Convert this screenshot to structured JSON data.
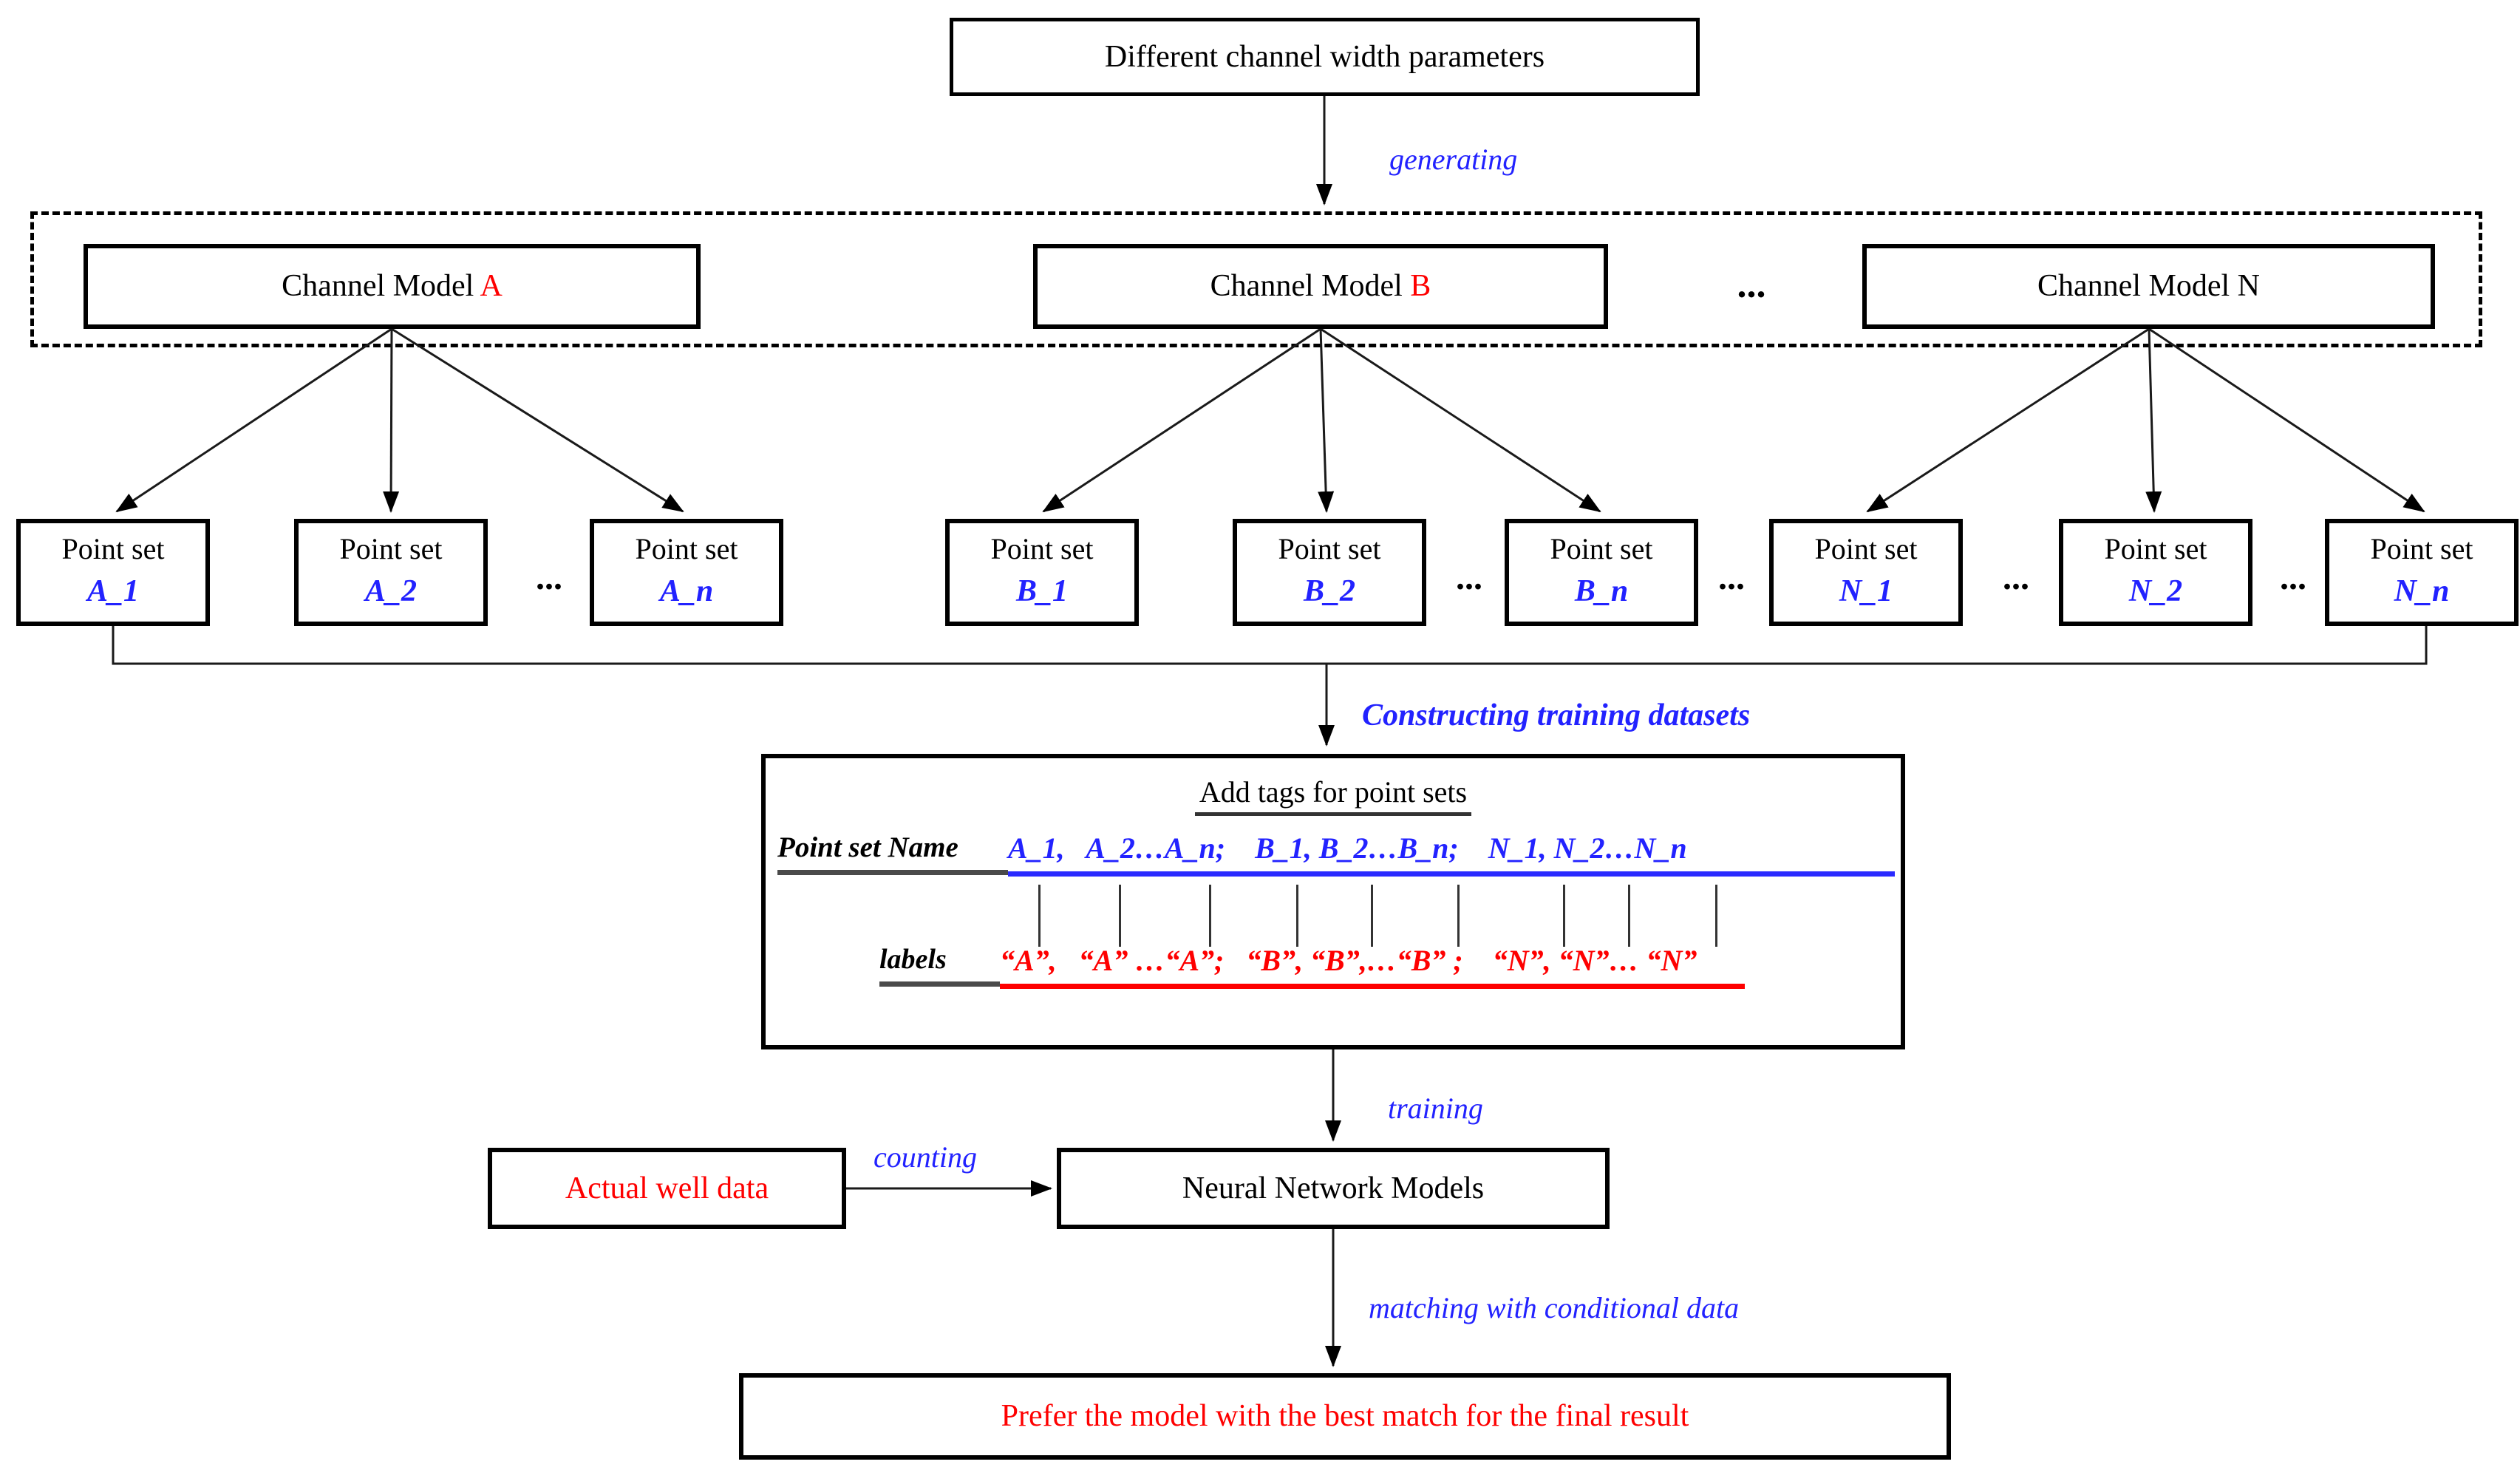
{
  "colors": {
    "blue": "#2222ff",
    "red": "#fe0000",
    "black": "#000000"
  },
  "top_box": {
    "label": "Different channel width parameters"
  },
  "flow_labels": {
    "generating": "generating",
    "constructing": "Constructing training datasets",
    "training": "training",
    "counting": "counting",
    "matching": "matching with conditional data"
  },
  "channel_models": [
    {
      "prefix": "Channel Model ",
      "letter": "A",
      "letter_color": "#fe0000"
    },
    {
      "prefix": "Channel Model ",
      "letter": "B",
      "letter_color": "#fe0000"
    },
    {
      "prefix": "Channel Model ",
      "letter": "N",
      "letter_color": "#000000"
    }
  ],
  "ellipsis": "...",
  "point_sets": [
    {
      "title": "Point set",
      "name": "A_1"
    },
    {
      "title": "Point set",
      "name": "A_2"
    },
    {
      "title": "Point set",
      "name": "A_n"
    },
    {
      "title": "Point set",
      "name": "B_1"
    },
    {
      "title": "Point set",
      "name": "B_2"
    },
    {
      "title": "Point set",
      "name": "B_n"
    },
    {
      "title": "Point set",
      "name": "N_1"
    },
    {
      "title": "Point set",
      "name": "N_2"
    },
    {
      "title": "Point set",
      "name": "N_n"
    }
  ],
  "tag_box": {
    "title": "Add tags for point sets",
    "name_row_label": "Point set Name",
    "names": "A_1,   A_2…A_n;    B_1, B_2…B_n;    N_1, N_2…N_n",
    "labels_row_label": "labels",
    "labels": "“A”,   “A” …“A”;   “B”, “B”,…“B” ;    “N”, “N”… “N”"
  },
  "actual_well_box": {
    "label": "Actual well data"
  },
  "nn_box": {
    "label": "Neural Network Models"
  },
  "result_box": {
    "label": "Prefer the model with the best match for the final result"
  }
}
